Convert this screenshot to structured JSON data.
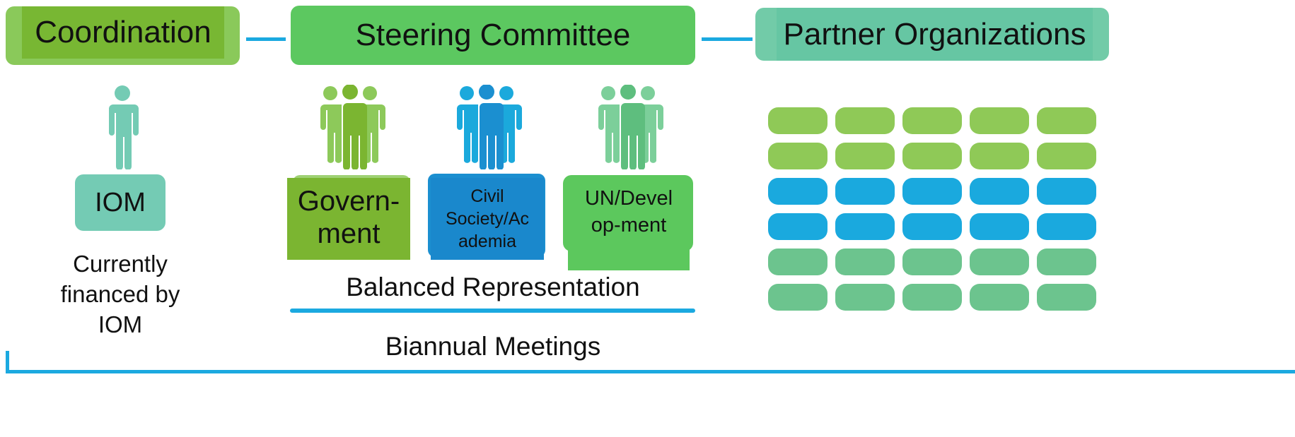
{
  "headers": {
    "coordination": "Coordination",
    "steering": "Steering Committee",
    "partners": "Partner Organizations"
  },
  "coordination": {
    "box_label": "IOM",
    "note": [
      "Currently",
      "financed by",
      "IOM"
    ]
  },
  "steering": {
    "groups": [
      {
        "label_lines": [
          "Govern-",
          "ment"
        ],
        "color": "#7bb531",
        "icon_color": "#8dc95a"
      },
      {
        "label_lines": [
          "Civil",
          "Society/Ac",
          "ademia"
        ],
        "color": "#1b8fd0",
        "icon_color": "#1ba9dc"
      },
      {
        "label_lines": [
          "UN/Devel",
          "op-ment"
        ],
        "color": "#5cc85d",
        "icon_color": "#6dc48a"
      }
    ],
    "balanced": "Balanced Representation",
    "meetings": "Biannual Meetings"
  },
  "partners_grid": {
    "columns": 5,
    "row_colors": [
      "#8fc957",
      "#8fc957",
      "#1aa9de",
      "#1aa9de",
      "#6cc48e",
      "#6cc48e"
    ]
  },
  "colors": {
    "coordination_header": "#7fbf3c",
    "steering_header": "#5cc860",
    "partners_header": "#72cba8",
    "connector": "#1ba9e0",
    "iom_box": "#74cbb4",
    "iom_person": "#74cbb4"
  }
}
